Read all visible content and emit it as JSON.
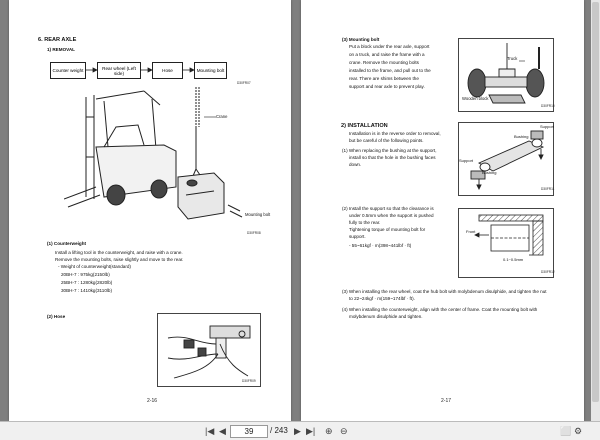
{
  "left_page": {
    "section_title": "6. REAR AXLE",
    "subsection": "1) REMOVAL",
    "flow_boxes": [
      "Counter weight",
      "Rear wheel (Left side)",
      "Hose",
      "Mounting bolt"
    ],
    "flow_code": "D30FR07",
    "fig1": {
      "crane": "Crane",
      "mounting_bolt": "Mounting bolt",
      "code": "D30FR08"
    },
    "counterweight": {
      "heading": "(1) Counterweight",
      "lines": [
        "Install a lifting tool in the counterweight, and raise with a crane.",
        "Remove the mounting bolts, raise slightly and move to the rear.",
        "- Weight of counterweight(standard)",
        "20BH-7 : 975kg(2150lb)",
        "25BH-7 : 1280kg(2820lb)",
        "30BH-7 : 1410kg(3110lb)"
      ]
    },
    "hose_heading": "(2) Hose",
    "fig2_code": "D30FR09",
    "page_number": "2-16"
  },
  "right_page": {
    "mounting_bolt": {
      "heading": "(3) Mounting bolt",
      "lines": [
        "Put a block under the rear axle, support",
        "on a truck, and raise the frame with a",
        "crane.  Remove the mounting bolts",
        "installed to the frame, and pull out to the",
        "rear.  There are shims between the",
        "support and rear axle to prevent play."
      ],
      "fig": {
        "truck": "Truck",
        "block": "Wooden block",
        "code": "D30FR10"
      }
    },
    "installation": {
      "heading": "2) INSTALLATION",
      "intro": [
        "Installation is in the reverse order to removal,",
        "but be careful of the following points."
      ],
      "item1": [
        "(1) When replacing the bushing at the support,",
        "install so that the hole in the bushing faces",
        "down."
      ],
      "fig": {
        "bushing1": "Bushing",
        "support1": "Support",
        "support2": "Support",
        "bushing2": "Bushing",
        "code": "D30FR11"
      },
      "item2": [
        "(2) Install the support so that the clearance is",
        "under 0.5mm when the support is pushed",
        "fully to the rear.",
        "Tightening torque of mounting bolt for",
        "support.",
        "- 55~61kgf · m(398~441lbf · ft)"
      ],
      "fig2": {
        "front": "Front",
        "clearance": "0.1~0.5mm",
        "code": "D30FR12"
      },
      "item3": [
        "(3) When installing the rear wheel, coat the hub bolt with molybdenum disulphide, and tighten the nut",
        "to 22~24kgf · m(159~174lbf · ft)."
      ],
      "item4": [
        "(4) When installing the counterweight, align with the center of frame.  Coat the mounting bolt with",
        "molybdenum disulphide and tighten."
      ]
    },
    "page_number": "2-17"
  },
  "toolbar": {
    "current_page": "39",
    "total_pages": "/ 243"
  }
}
